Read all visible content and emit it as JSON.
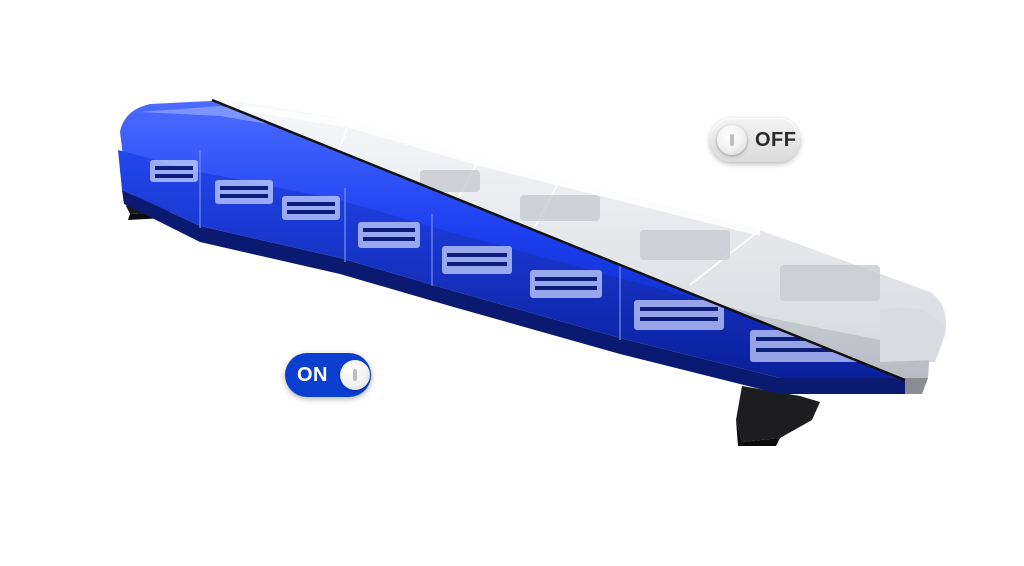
{
  "toggles": {
    "off": {
      "label": "OFF",
      "state": "off"
    },
    "on": {
      "label": "ON",
      "state": "on"
    }
  },
  "colors": {
    "active_blue": "#0a3fd6",
    "inactive_clear": "#e8eaee",
    "toggle_on": "#0c3fd0"
  },
  "icons": [
    "light-bar-image",
    "toggle-knob-icon"
  ]
}
